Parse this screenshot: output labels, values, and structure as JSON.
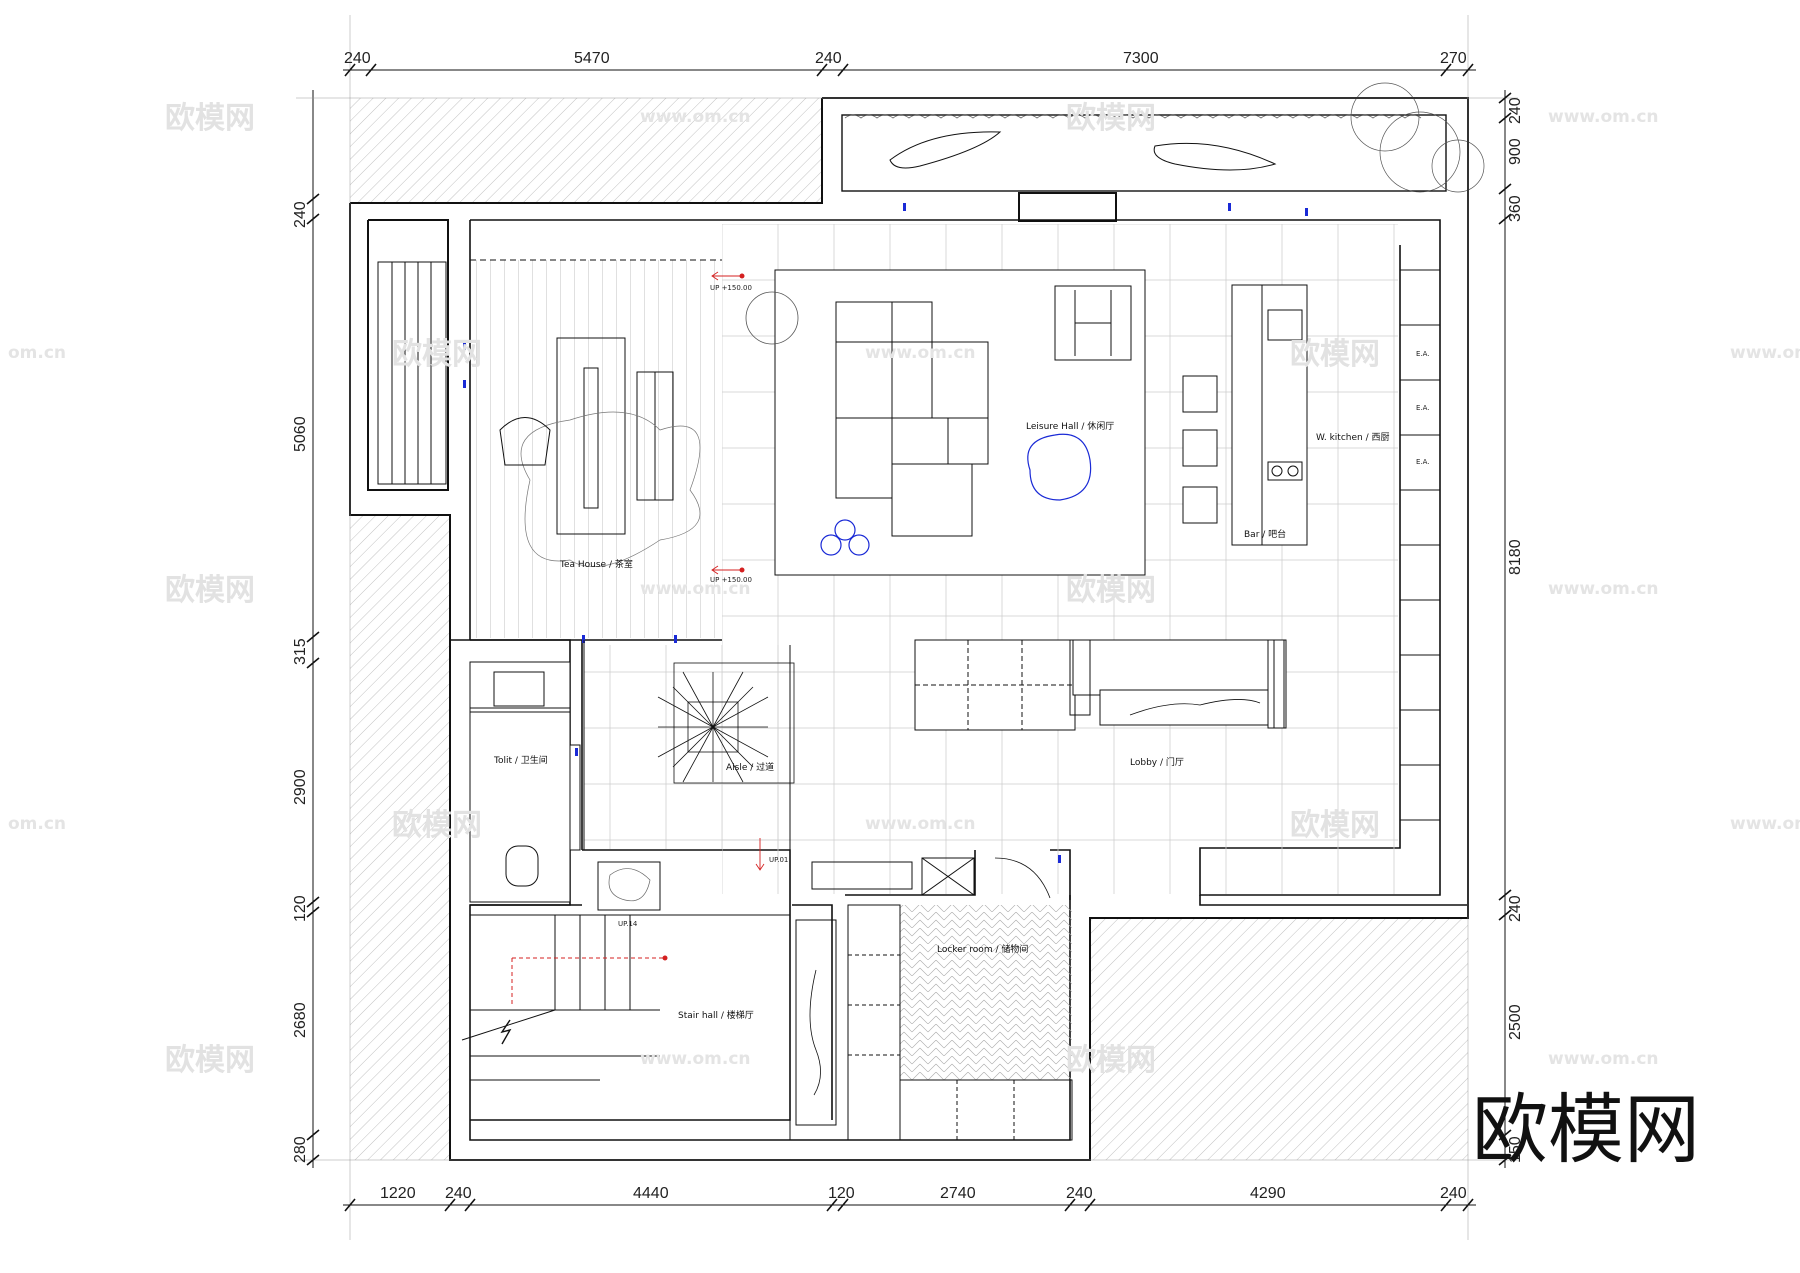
{
  "dimensions": {
    "top": [
      "240",
      "5470",
      "240",
      "7300",
      "270"
    ],
    "bottom": [
      "1220",
      "240",
      "4440",
      "120",
      "2740",
      "240",
      "4290",
      "240"
    ],
    "left": [
      "240",
      "5060",
      "315",
      "2900",
      "120",
      "2680",
      "280"
    ],
    "right": [
      "240",
      "900",
      "360",
      "8180",
      "240",
      "2500",
      "150"
    ]
  },
  "rooms": {
    "tea_house": "Tea House / 茶室",
    "leisure_hall": "Leisure Hall / 休闲厅",
    "w_kitchen": "W. kitchen / 西厨",
    "bar": "Bar / 吧台",
    "lobby": "Lobby / 门厅",
    "toilet": "Tolit / 卫生间",
    "aisle": "Aisle / 过道",
    "stair_hall": "Stair hall / 楼梯厅",
    "locker_room": "Locker room / 储物间"
  },
  "annotations": {
    "up_tea_1": "UP +150.00",
    "up_tea_2": "UP +150.00",
    "up_lobby": "UP.01",
    "up_stair": "UP.14",
    "ea_1": "E.A.",
    "ea_2": "E.A.",
    "ea_3": "E.A."
  },
  "watermark": {
    "logo_text": "欧模网",
    "brand": "欧模网",
    "url": "www.om.cn",
    "url_partial": "om.cn"
  },
  "colors": {
    "line": "#111111",
    "hatch": "#bdbdbd",
    "accent_blue": "#1a2ad6",
    "accent_red": "#d42020"
  }
}
